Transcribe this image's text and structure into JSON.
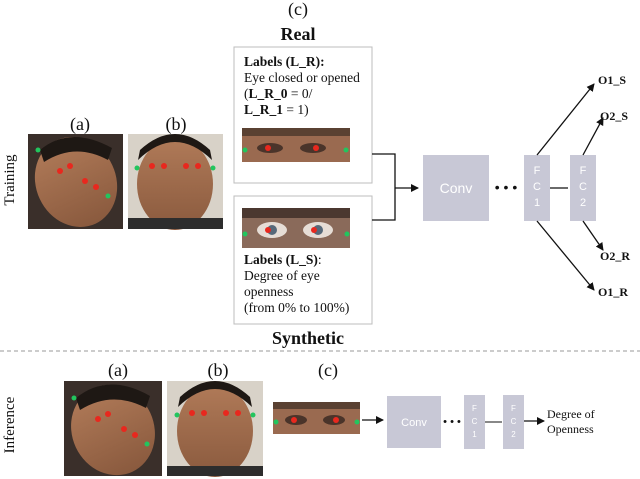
{
  "training_label": "Training",
  "inference_label": "Inference",
  "panel_labels": {
    "a": "(a)",
    "b": "(b)",
    "c": "(c)"
  },
  "real_label": "Real",
  "synthetic_label": "Synthetic",
  "real_box": {
    "title": "Labels (L_R):",
    "line1": "Eye closed or opened",
    "line2_pre": "(",
    "line2_bold": "L_R_0",
    "line2_post": " = 0/",
    "line3_bold": "L_R_1",
    "line3_post": " = 1)"
  },
  "synthetic_box": {
    "title": "Labels (L_S)",
    "title_suffix": ":",
    "line1": "Degree of eye",
    "line2": "openness",
    "line3": "(from 0% to 100%)"
  },
  "blocks": {
    "conv": "Conv",
    "fc1": "F\nC\n1",
    "fc2": "F\nC\n2",
    "dots": "• • •"
  },
  "outputs": [
    "O1_S",
    "O2_S",
    "O2_R",
    "O1_R"
  ],
  "inference_output": [
    "Degree of",
    "Openness"
  ],
  "colors": {
    "block": "#c8c8d6",
    "landmark": "#e8281e",
    "landmark_alt": "#22c55e"
  }
}
